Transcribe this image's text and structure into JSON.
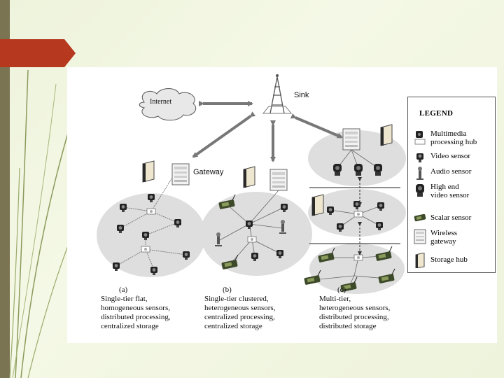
{
  "labels": {
    "internet": "Internet",
    "sink": "Sink",
    "gateway": "Gateway"
  },
  "legend": {
    "title": "LEGEND",
    "items": [
      {
        "line1": "Multimedia",
        "line2": "processing hub",
        "icon": "multimedia-hub-icon"
      },
      {
        "line1": "Video sensor",
        "line2": "",
        "icon": "video-sensor-icon"
      },
      {
        "line1": "Audio sensor",
        "line2": "",
        "icon": "audio-sensor-icon"
      },
      {
        "line1": "High end",
        "line2": "video sensor",
        "icon": "high-end-video-sensor-icon"
      },
      {
        "line1": "Scalar sensor",
        "line2": "",
        "icon": "scalar-sensor-icon"
      },
      {
        "line1": "Wireless",
        "line2": "gateway",
        "icon": "wireless-gateway-icon"
      },
      {
        "line1": "Storage hub",
        "line2": "",
        "icon": "storage-hub-icon"
      }
    ]
  },
  "captions": [
    {
      "tag": "(a)",
      "lines": [
        "Single-tier flat,",
        "homogeneous sensors,",
        "distributed processing,",
        "centralized storage"
      ]
    },
    {
      "tag": "(b)",
      "lines": [
        "Single-tier clustered,",
        "heterogeneous sensors,",
        "centralized processing,",
        "centralized storage"
      ]
    },
    {
      "tag": "(c)",
      "lines": [
        "Multi-tier,",
        "heterogeneous sensors,",
        "distributed processing,",
        "distributed storage"
      ]
    }
  ],
  "colors": {
    "accent_red": "#b5381f",
    "side_band": "#7a7452",
    "cluster_fill": "#dedede"
  }
}
